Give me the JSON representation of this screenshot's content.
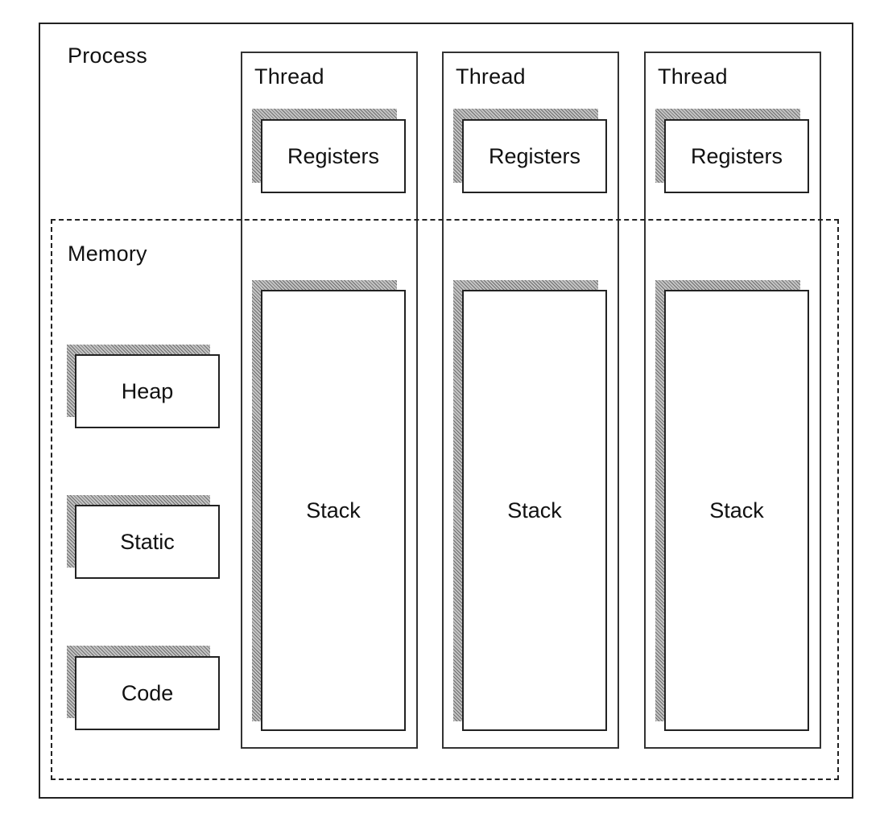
{
  "process": {
    "label": "Process"
  },
  "memory": {
    "label": "Memory"
  },
  "memory_segments": [
    "Heap",
    "Static",
    "Code"
  ],
  "threads": [
    {
      "label": "Thread",
      "registers": "Registers",
      "stack": "Stack"
    },
    {
      "label": "Thread",
      "registers": "Registers",
      "stack": "Stack"
    },
    {
      "label": "Thread",
      "registers": "Registers",
      "stack": "Stack"
    }
  ]
}
